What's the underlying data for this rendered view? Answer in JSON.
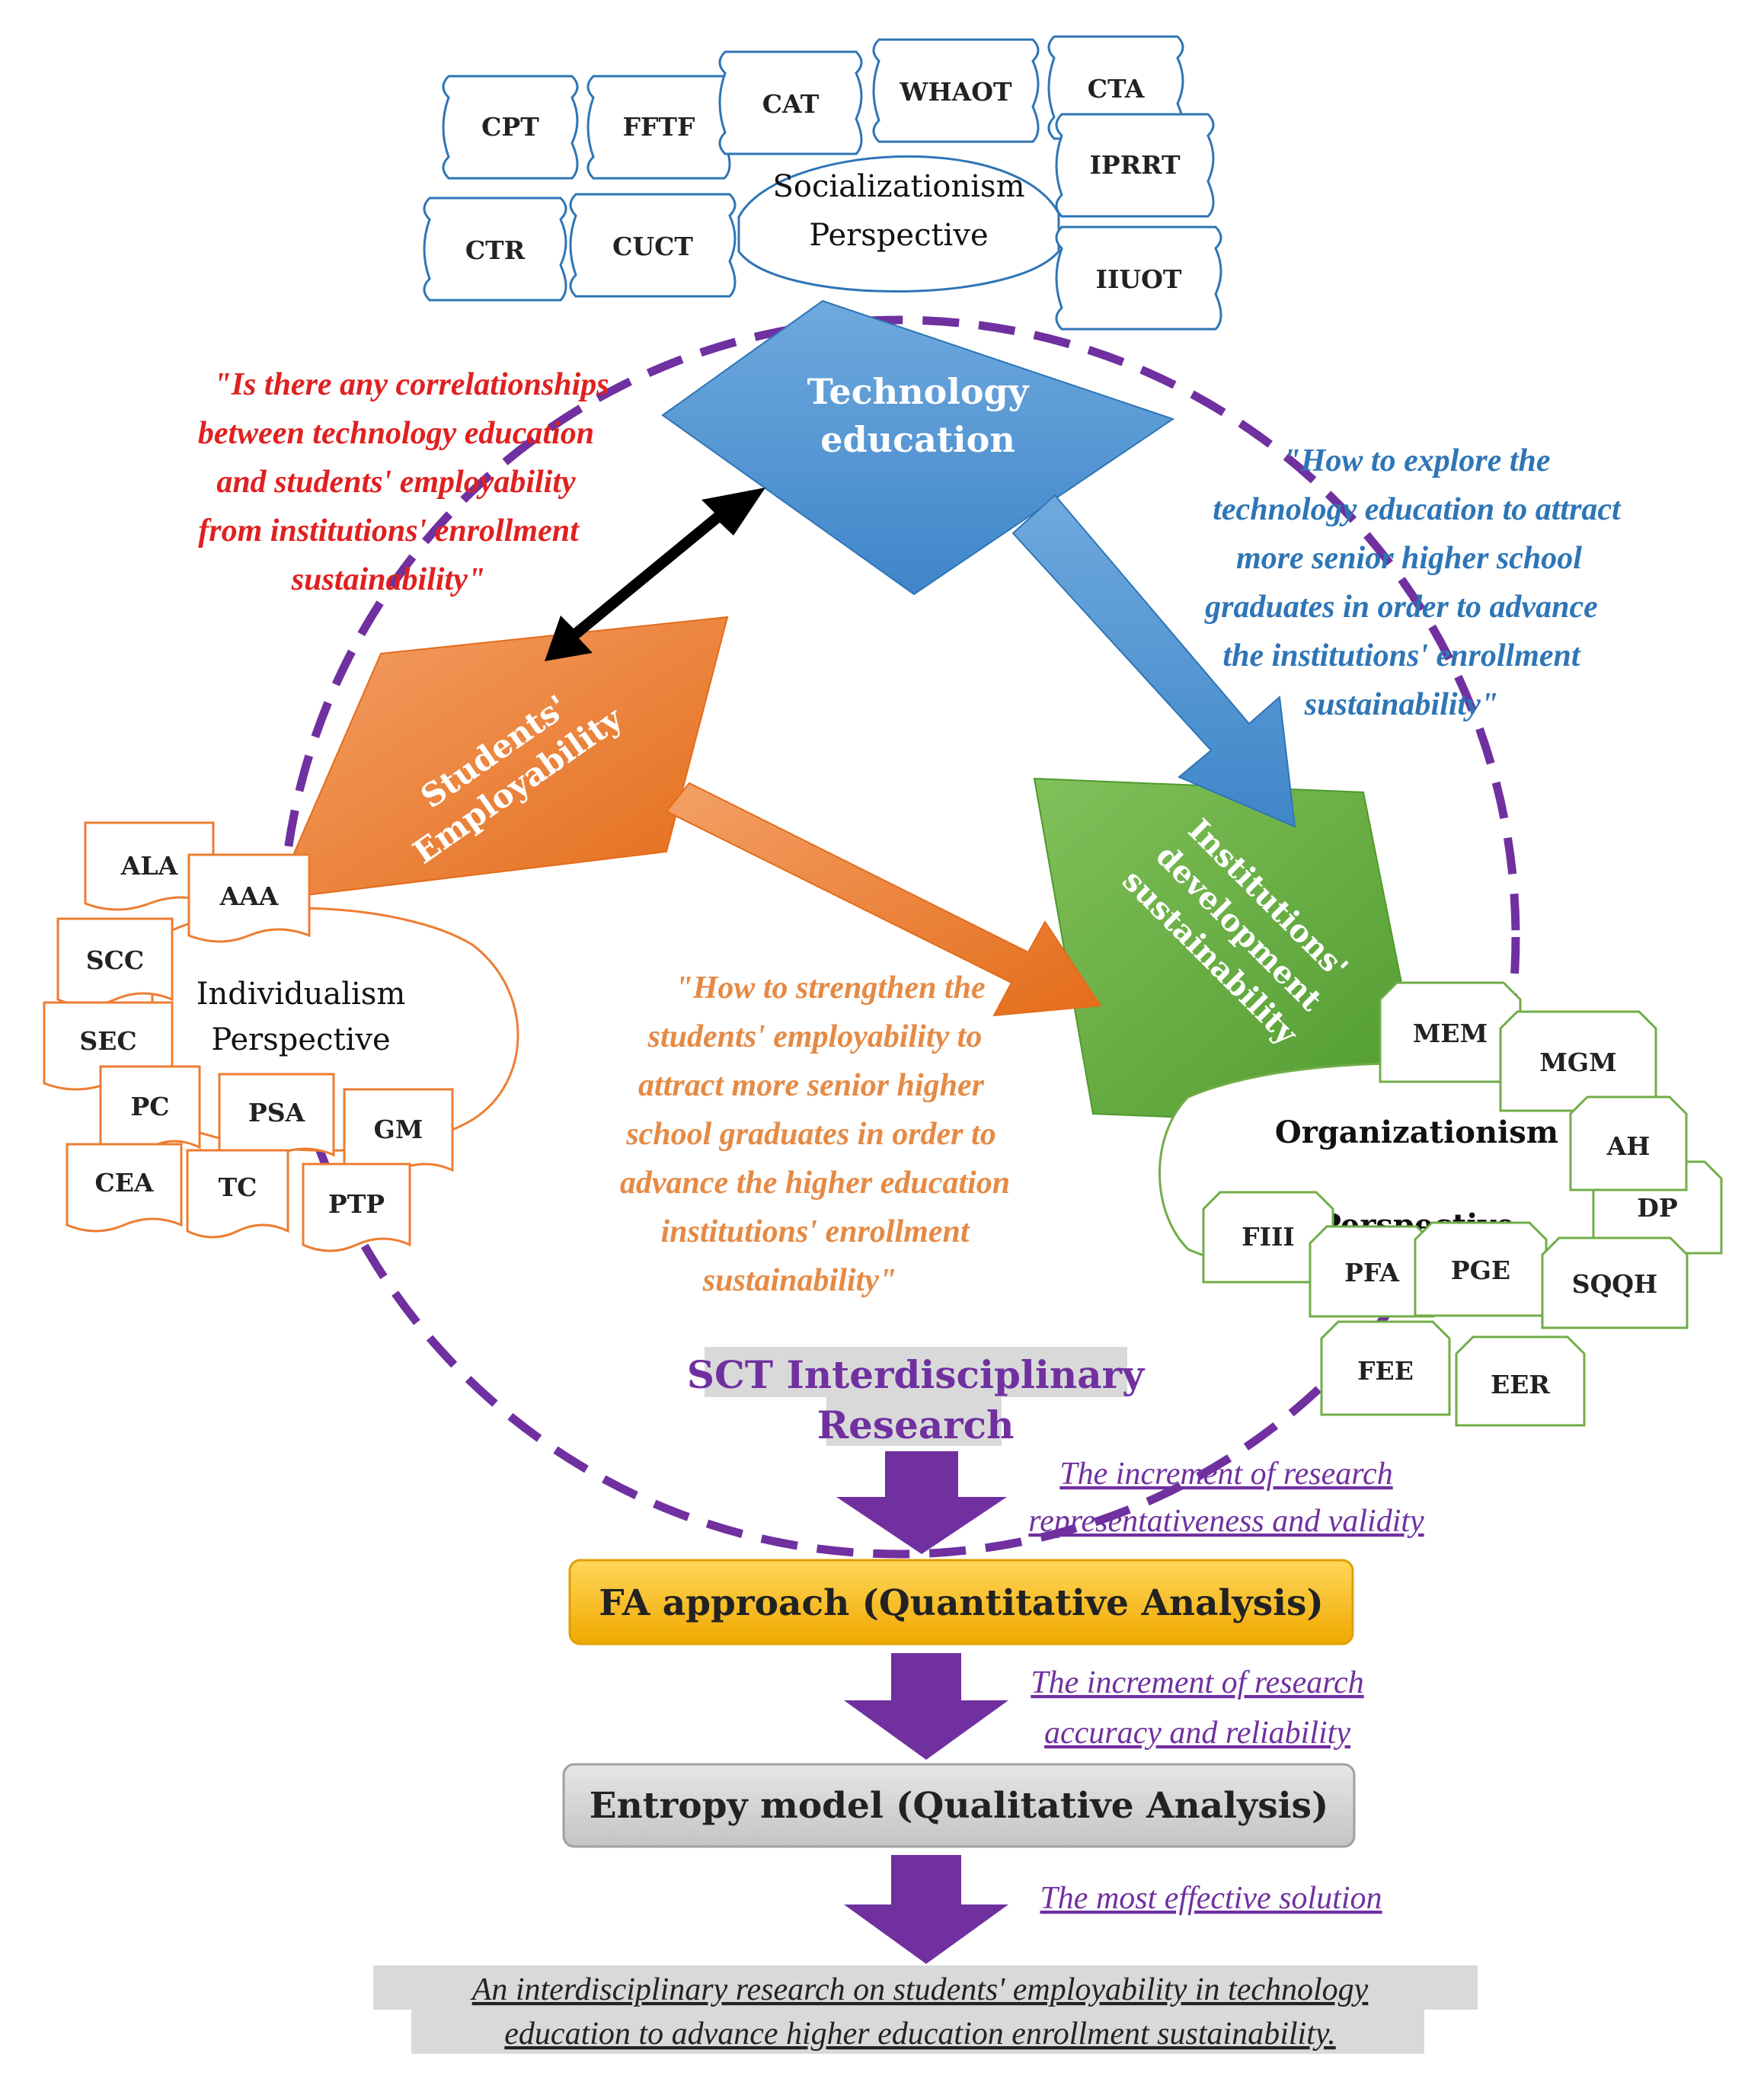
{
  "colors": {
    "purple": "#7030a0",
    "blue_light": "#5b9bd5",
    "blue_dark": "#2e75b6",
    "orange": "#ed7d31",
    "green": "#70ad47",
    "red": "#e02020",
    "gold": "#ffc000"
  },
  "hub": {
    "technology": [
      "Technology",
      "education"
    ],
    "students": [
      "Students'",
      "Employability"
    ],
    "institutions": [
      "Institutions'",
      "development",
      "sustainability"
    ]
  },
  "perspectives": {
    "socialization": [
      "Socializationism",
      "Perspective"
    ],
    "individualism": [
      "Individualism",
      "Perspective"
    ],
    "organization": [
      "Organizationism",
      "Perspective"
    ]
  },
  "social_boxes": [
    "CPT",
    "FFTF",
    "CAT",
    "WHAOT",
    "CTA",
    "IPRRT",
    "CTR",
    "CUCT",
    "IIUOT"
  ],
  "individual_boxes": [
    "ALA",
    "AAA",
    "SCC",
    "SEC",
    "PC",
    "PSA",
    "GM",
    "CEA",
    "TC",
    "PTP"
  ],
  "organization_boxes": [
    "MEM",
    "MGM",
    "AH",
    "DP",
    "FIII",
    "PFA",
    "PGE",
    "SQQH",
    "FEE",
    "EER"
  ],
  "questions": {
    "correlation": [
      "\"Is there any correlationships",
      "between  technology education",
      "and students' employability",
      "from institutions' enrollment",
      "sustainability\""
    ],
    "explore": [
      "\"How to explore the",
      "technology education to attract",
      "more senior higher school",
      "graduates in order to advance",
      "the institutions' enrollment",
      "sustainability\""
    ],
    "strengthen": [
      "\"How to strengthen the",
      "students' employability to",
      "attract more senior higher",
      "school graduates in order to",
      "advance the higher education",
      "institutions' enrollment",
      "sustainability\""
    ]
  },
  "flow": {
    "sct": [
      "SCT Interdisciplinary",
      "Research"
    ],
    "increment1": [
      "The increment  of research",
      "representativeness and validity"
    ],
    "fa": "FA approach (Quantitative Analysis)",
    "increment2": [
      "The increment  of research",
      "accuracy and reliability"
    ],
    "entropy": "Entropy model (Qualitative Analysis)",
    "effective": "The most effective solution",
    "conclusion": [
      "An interdisciplinary research  on students' employability in technology",
      "education to advance higher education enrollment sustainability."
    ]
  }
}
